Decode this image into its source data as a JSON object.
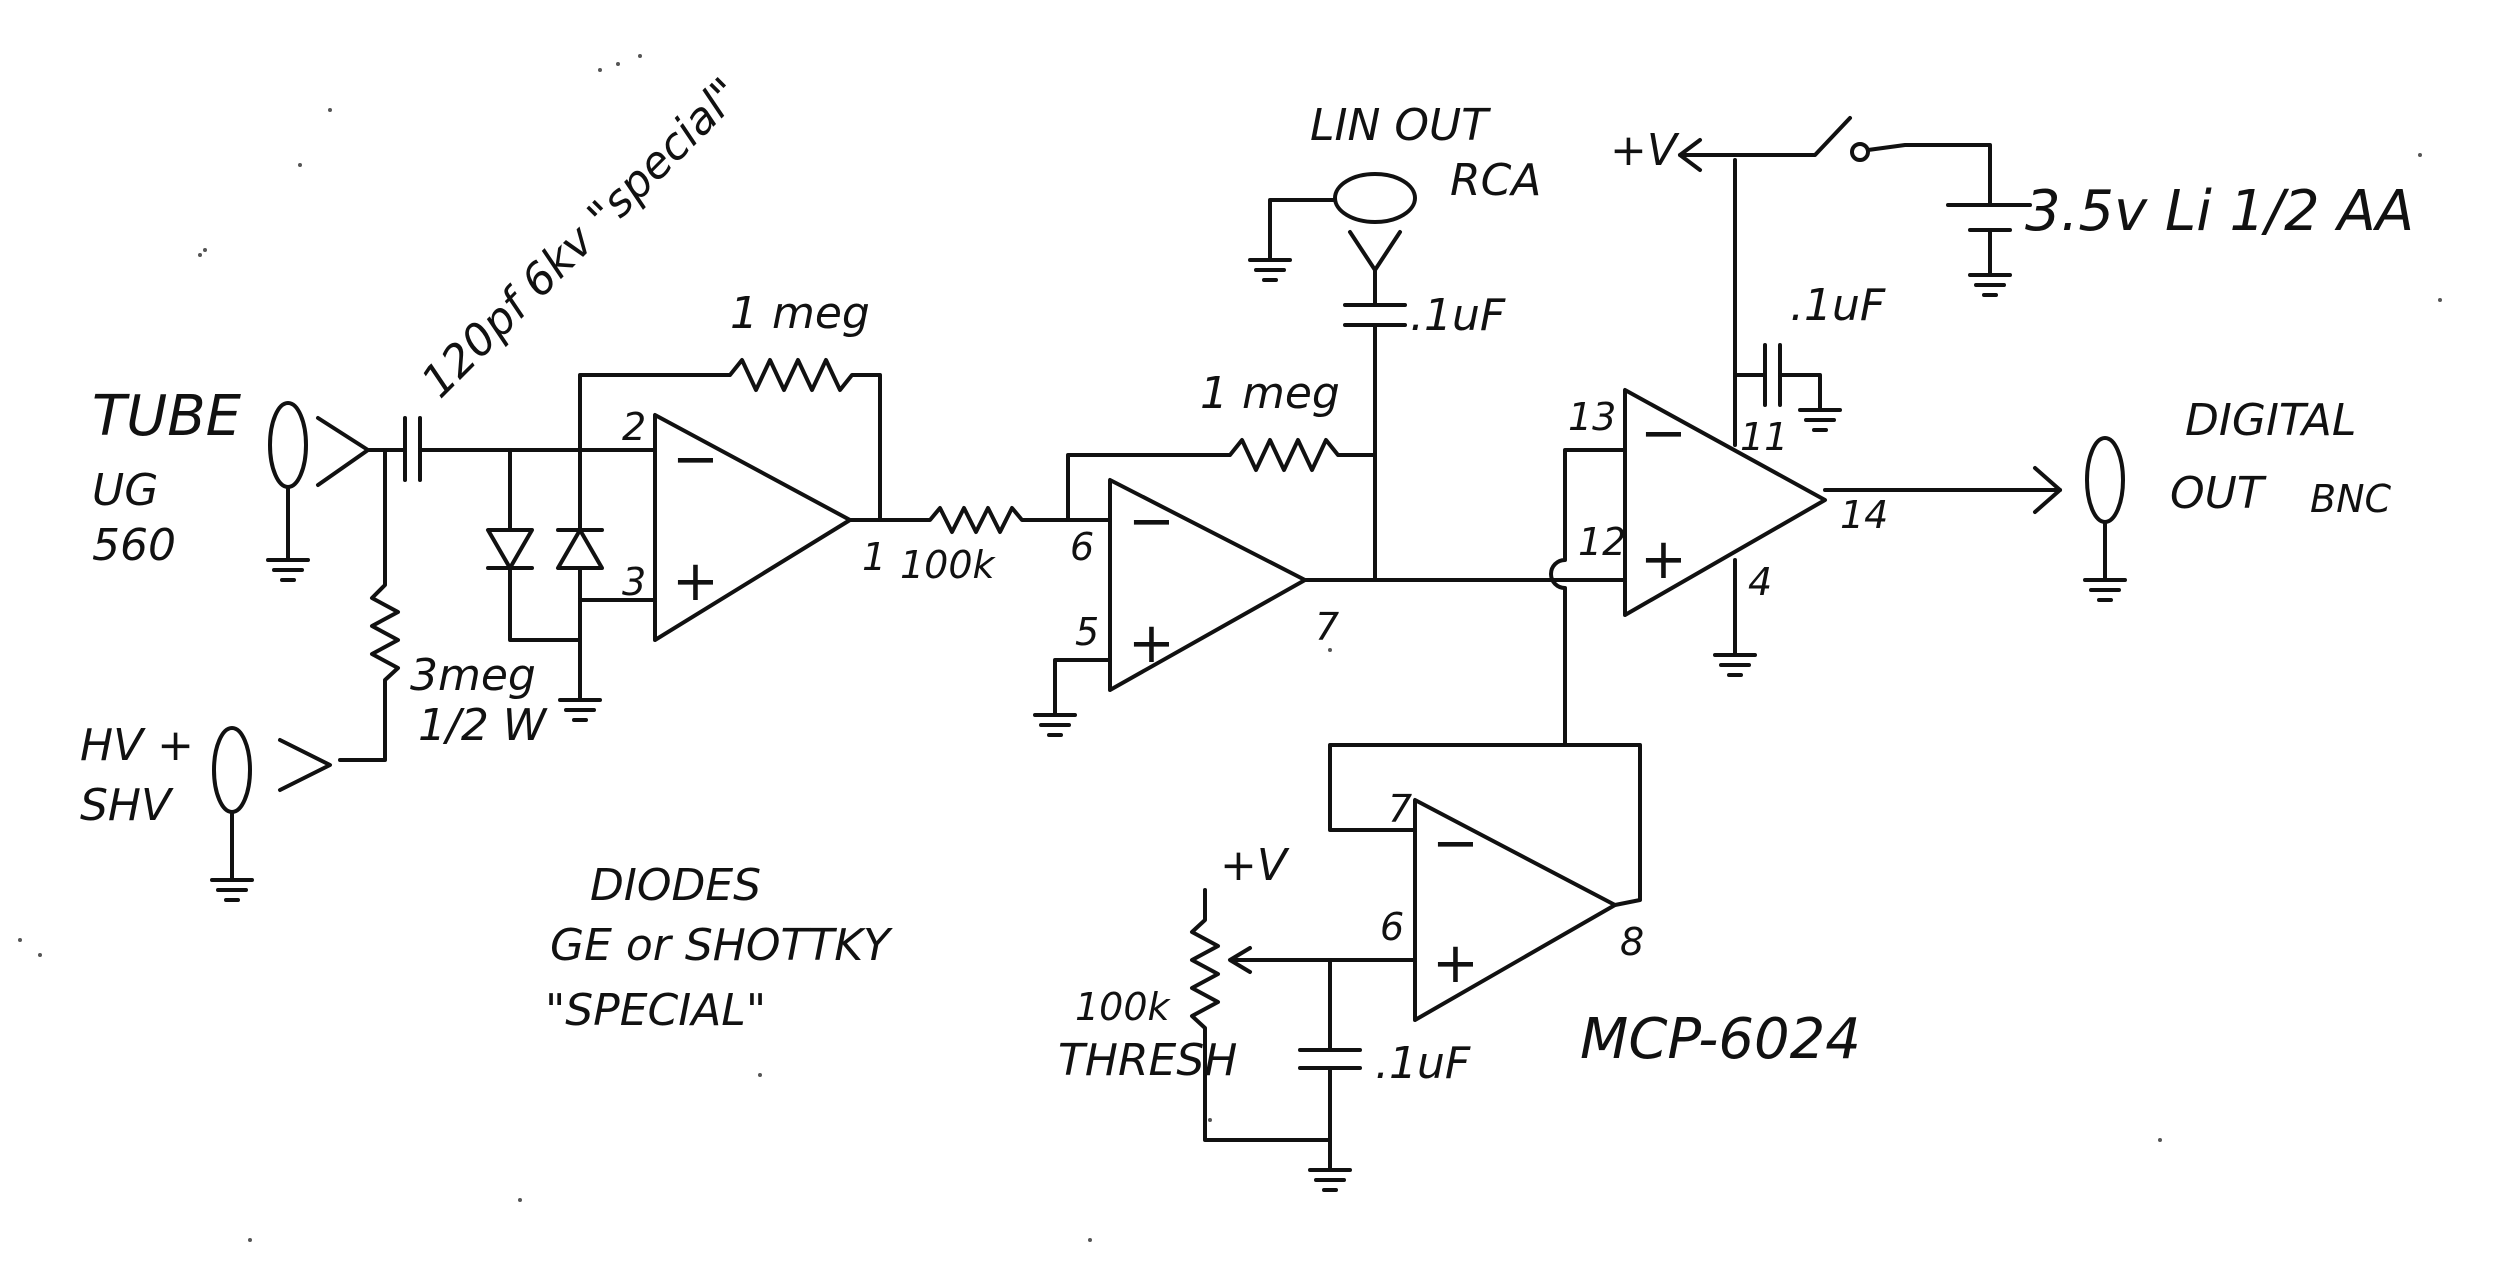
{
  "labels": {
    "tube_line1": "TUBE",
    "tube_line2": "UG",
    "tube_line3": "560",
    "hv_line1": "HV +",
    "hv_line2": "SHV",
    "cap_input": "120pf 6kv \"special\"",
    "r_feedback1": "1 meg",
    "r_bias_value": "3meg",
    "r_bias_power": "1/2 W",
    "r_series": "100k",
    "r_feedback2": "1 meg",
    "lin_out_line1": "LIN OUT",
    "lin_out_line2": "RCA",
    "cap_lin_out": ".1uF",
    "supply": "+V",
    "battery": "3.5v Li  1/2 AA",
    "cap_decouple": ".1uF",
    "digital_out_line1": "DIGITAL",
    "digital_out_line2": "OUT",
    "digital_out_line3": "BNC",
    "diodes_line1": "DIODES",
    "diodes_line2": "GE or SHOTTKY",
    "diodes_line3": "\"SPECIAL\"",
    "pot_value": "100k",
    "pot_name": "THRESH",
    "pot_supply": "+V",
    "cap_thresh": ".1uF",
    "ic_name": "MCP-6024"
  },
  "pins": {
    "u1_inv": "2",
    "u1_noninv": "3",
    "u1_out": "1",
    "u2_inv": "6",
    "u2_noninv": "5",
    "u2_out": "7",
    "u3_inv": "13",
    "u3_noninv": "12",
    "u3_vdd": "11",
    "u3_vss": "4",
    "u3_out": "14",
    "u4_inv": "7",
    "u4_noninv": "6",
    "u4_out": "8"
  },
  "opamp_signs": {
    "minus": "−",
    "plus": "+"
  }
}
